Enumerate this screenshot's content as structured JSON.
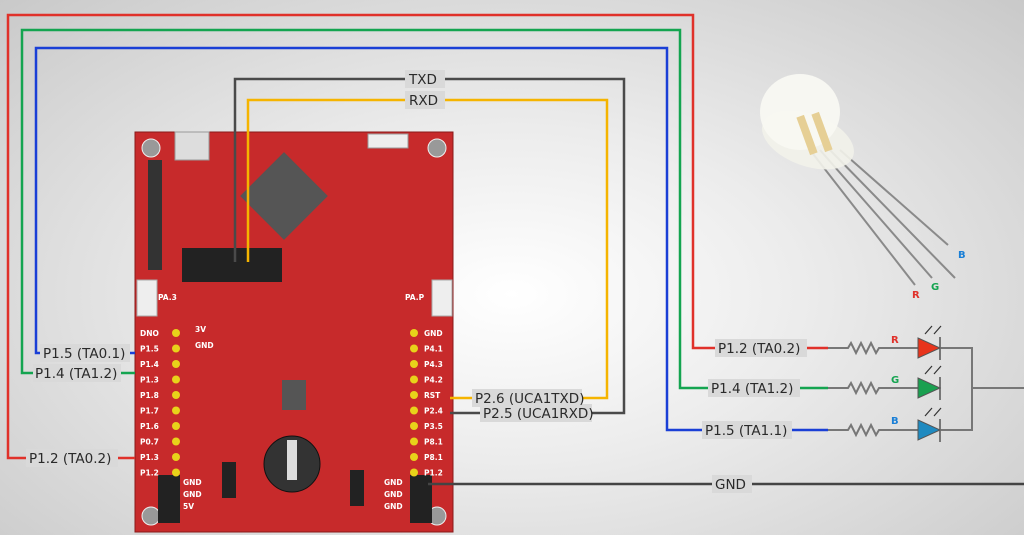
{
  "colors": {
    "red": "#e0312a",
    "green": "#14a450",
    "blue": "#1a3fd6",
    "txd": "#4a4a4a",
    "rxd": "#f5b400",
    "gnd": "#444444",
    "board": "#c72a2b",
    "pin": "#e8d21a"
  },
  "board": {
    "left_pins": [
      "DNO",
      "P1.5",
      "P1.4",
      "P1.3",
      "P1.8",
      "P1.7",
      "P1.6",
      "P0.7",
      "P1.3",
      "P1.2"
    ],
    "right_pins": [
      "GND",
      "P4.1",
      "P4.3",
      "P4.2",
      "RST",
      "P2.4",
      "P3.5",
      "P8.1",
      "P8.1",
      "P1.2"
    ],
    "side_labels": [
      "PA.3",
      "PA.P"
    ],
    "power_labels": [
      "3V",
      "GND"
    ],
    "bottom_labels": [
      "GND",
      "GND",
      "5V",
      "GND",
      "GND",
      "GND"
    ]
  },
  "left_labels": {
    "red": "P1.2 (TA0.2)",
    "green": "P1.4 (TA1.2)",
    "blue": "P1.5 (TA0.1)"
  },
  "uart": {
    "txd": "TXD",
    "rxd": "RXD",
    "p26": "P2.6 (UCA1TXD)",
    "p25": "P2.5 (UCA1RXD)"
  },
  "right_labels": {
    "red": "P1.2 (TA0.2)",
    "green": "P1.4 (TA1.2)",
    "blue": "P1.5 (TA1.1)"
  },
  "led_labels": {
    "r": "R",
    "g": "G",
    "b": "B"
  },
  "led_leg_labels": {
    "r": "R",
    "g": "G",
    "b": "B"
  },
  "gnd": "GND"
}
